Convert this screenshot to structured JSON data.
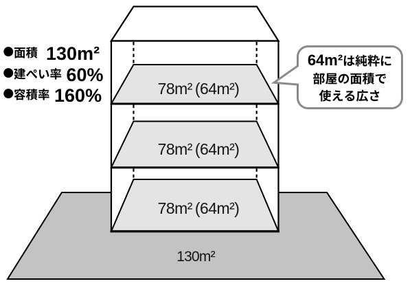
{
  "specs": {
    "items": [
      {
        "bullet": "●",
        "label": "面積",
        "value": "130m²"
      },
      {
        "bullet": "●",
        "label": "建ぺい率",
        "value": "60%"
      },
      {
        "bullet": "●",
        "label": "容積率",
        "value": "160%"
      }
    ]
  },
  "building": {
    "floors": [
      {
        "label": "78m² (64m²)"
      },
      {
        "label": "78m² (64m²)"
      },
      {
        "label": "78m² (64m²)"
      }
    ],
    "lot_label": "130m²"
  },
  "callout": {
    "line1_value": "64m²",
    "line1_text": "は純粋に",
    "line2": "部屋の面積で",
    "line3": "使える広さ"
  },
  "colors": {
    "background": "#ffffff",
    "floor_fill": "#e4e4e4",
    "ground_fill": "#c3c3c3",
    "outline": "#000000",
    "callout_border": "#8a8a8a"
  }
}
